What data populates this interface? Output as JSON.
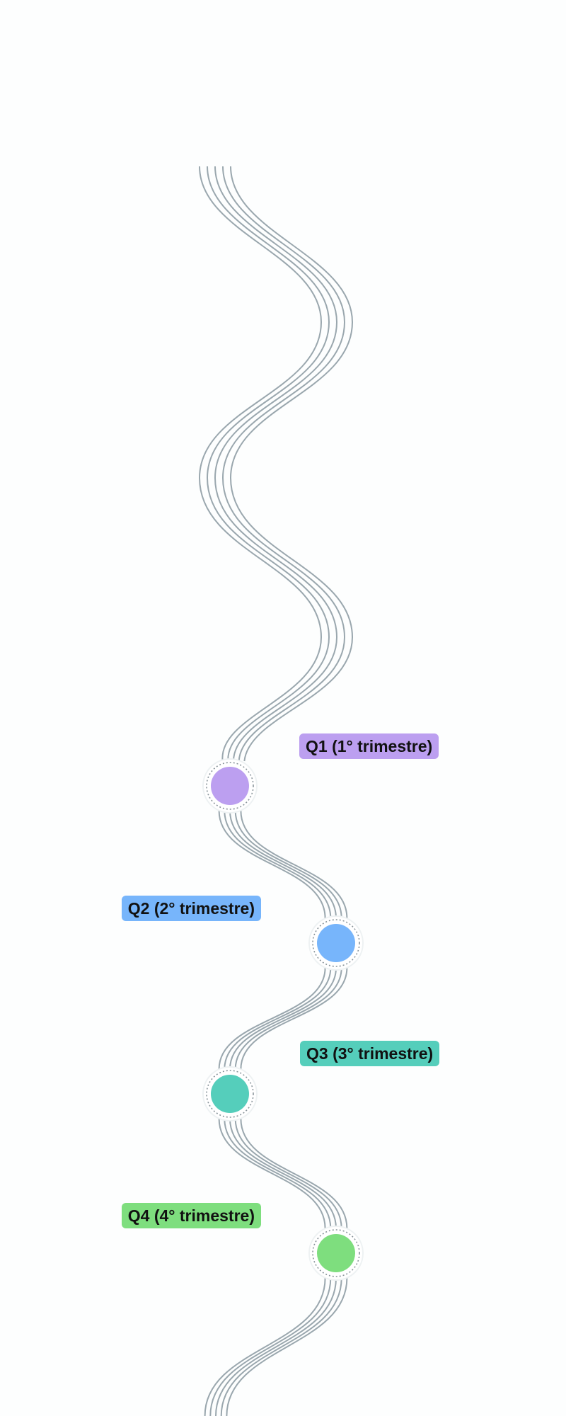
{
  "milestones": [
    {
      "id": "q1",
      "label": "Q1 (1° trimestre)",
      "color": "#bc9ff0"
    },
    {
      "id": "q2",
      "label": "Q2 (2° trimestre)",
      "color": "#77b5fb"
    },
    {
      "id": "q3",
      "label": "Q3 (3° trimestre)",
      "color": "#55cebb"
    },
    {
      "id": "q4",
      "label": "Q4 (4° trimestre)",
      "color": "#7ede7e"
    }
  ],
  "line_color": "#9aa7ae",
  "ring_color": "#8a959b"
}
